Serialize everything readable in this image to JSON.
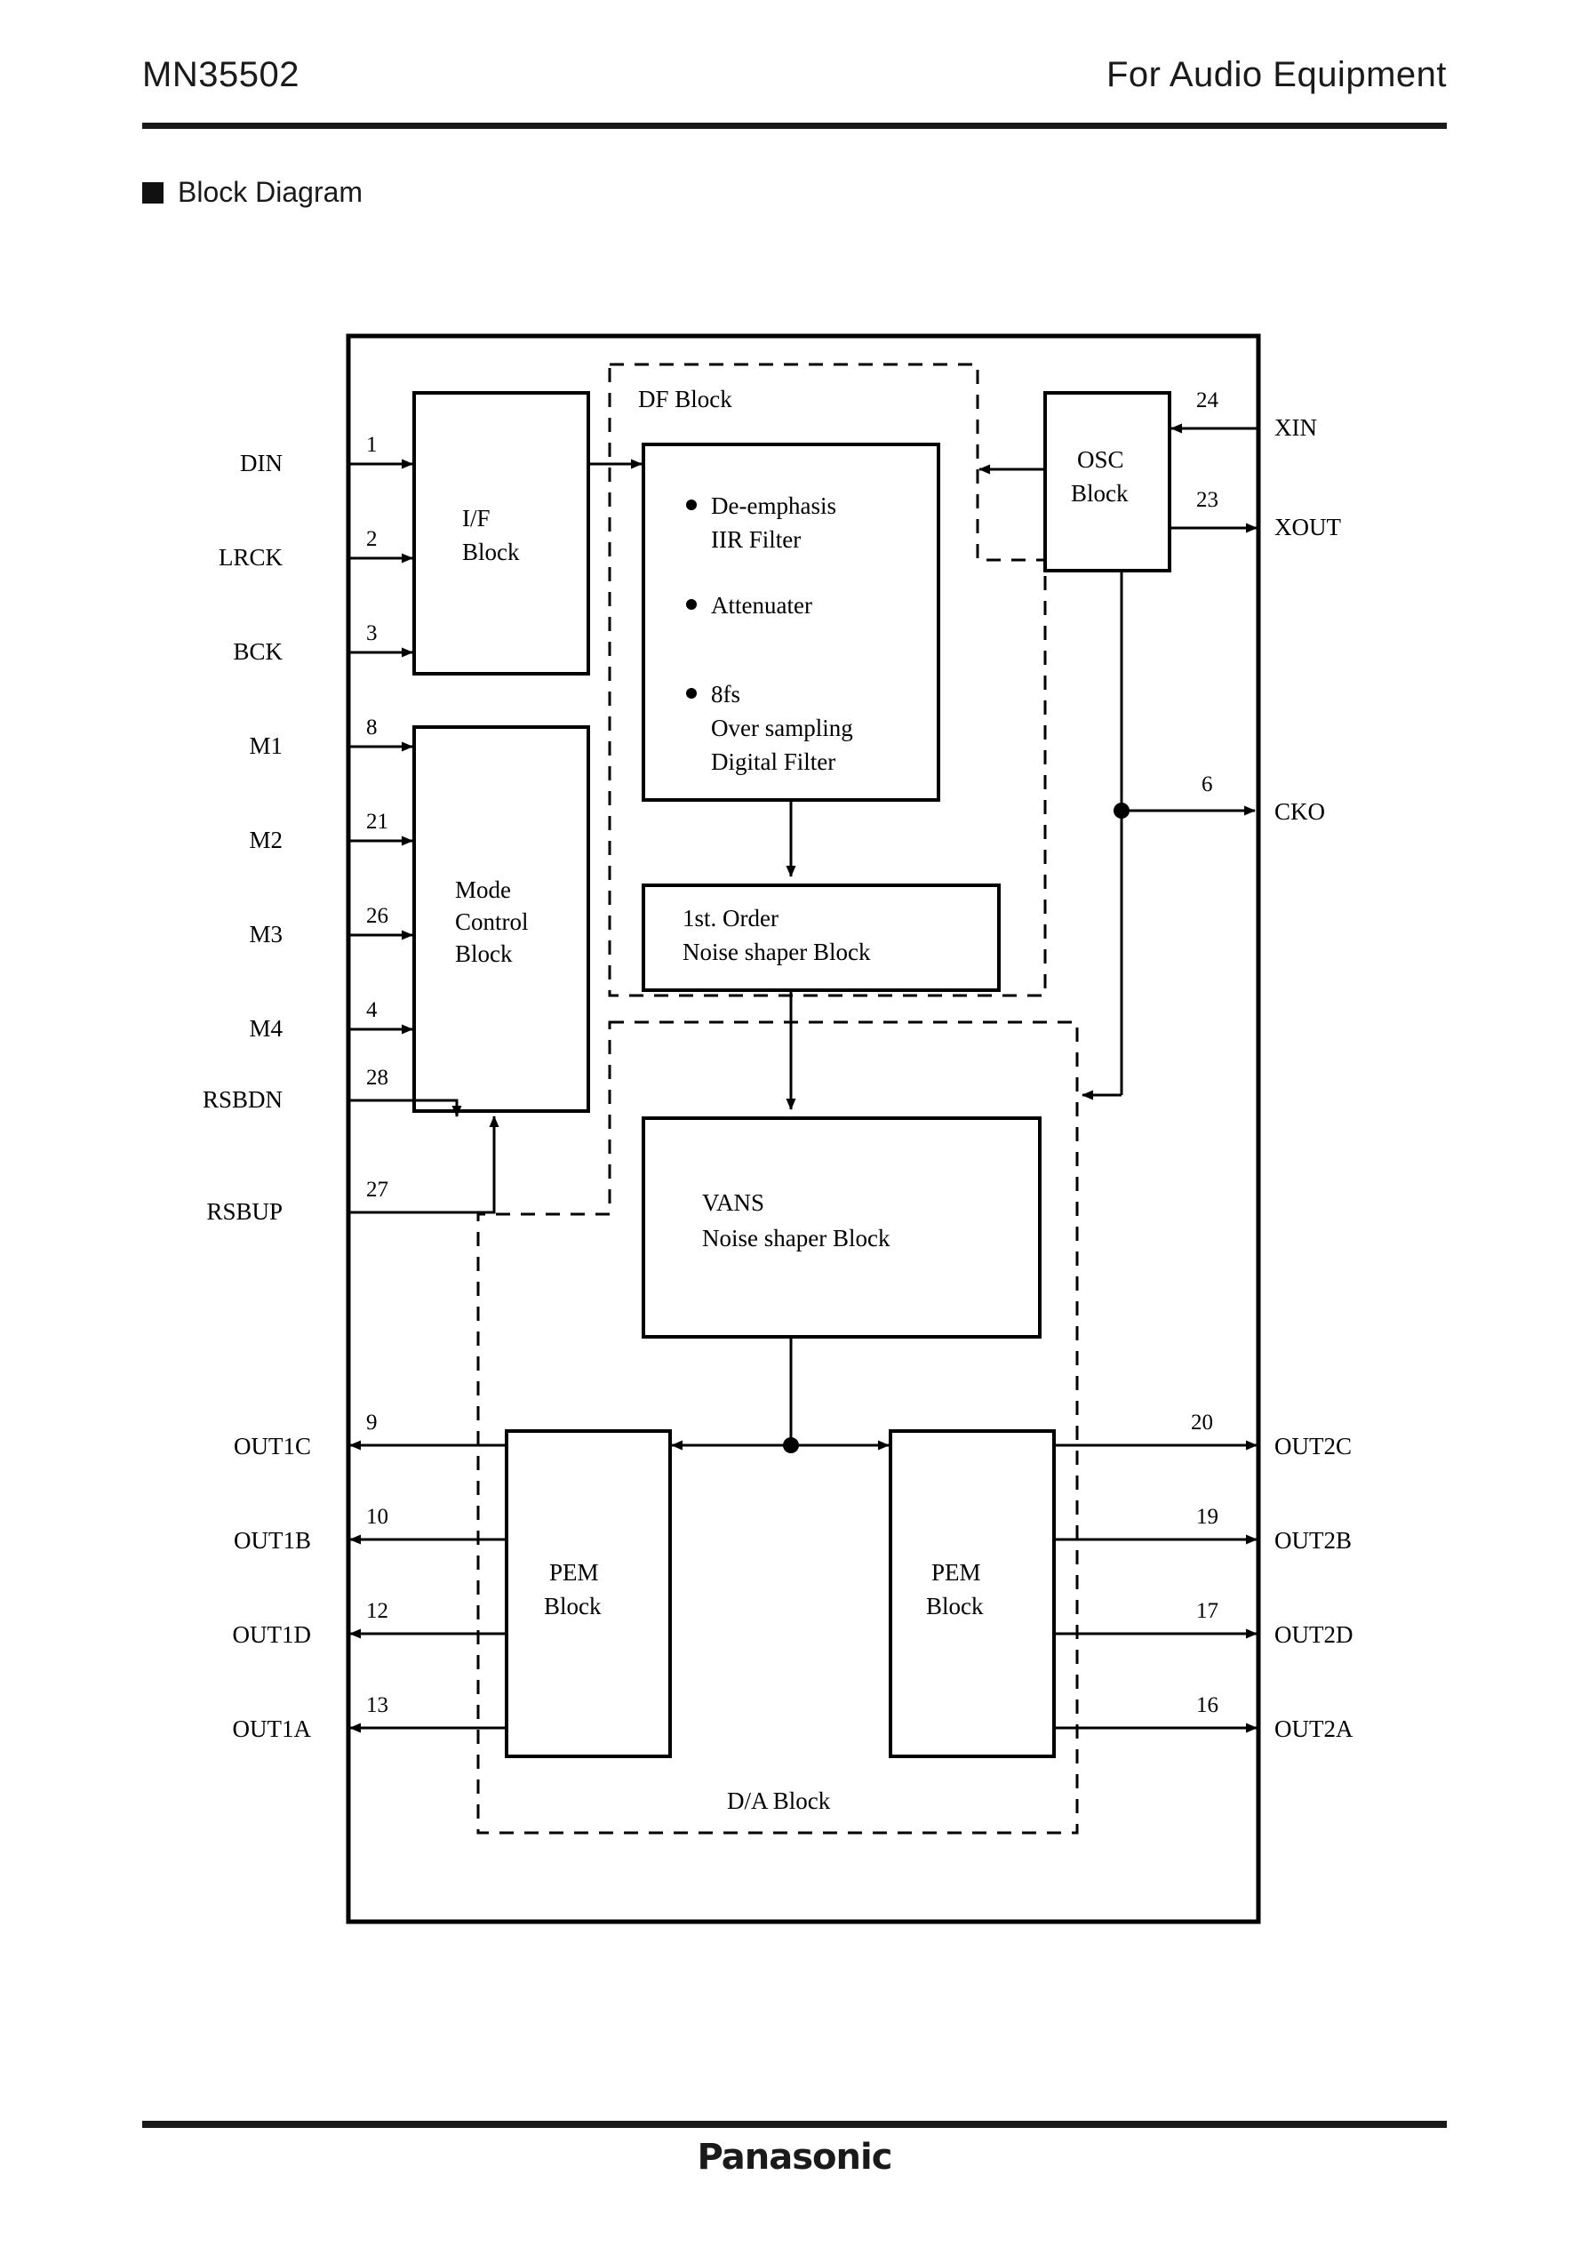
{
  "header": {
    "part_number": "MN35502",
    "subtitle": "For Audio Equipment"
  },
  "section": {
    "marker": "filled-square",
    "title": "Block Diagram"
  },
  "footer": {
    "brand": "Panasonic"
  },
  "diagram": {
    "blocks": {
      "if": "I/F\nBlock",
      "if_line1": "I/F",
      "if_line2": "Block",
      "mode_line1": "Mode",
      "mode_line2": "Control",
      "mode_line3": "Block",
      "osc_line1": "OSC",
      "osc_line2": "Block",
      "df_bullet1_line1": "De-emphasis",
      "df_bullet1_line2": "IIR Filter",
      "df_bullet2_line1": "Attenuater",
      "df_bullet3_line1": "8fs",
      "df_bullet3_line2": "Over sampling",
      "df_bullet3_line3": "Digital Filter",
      "ns1_line1": "1st. Order",
      "ns1_line2": "Noise shaper Block",
      "vans_line1": "VANS",
      "vans_line2": "Noise shaper Block",
      "pem1_line1": "PEM",
      "pem1_line2": "Block",
      "pem2_line1": "PEM",
      "pem2_line2": "Block"
    },
    "dashed_regions": {
      "df_block": "DF Block",
      "da_block": "D/A Block"
    },
    "pins_left": [
      {
        "name": "DIN",
        "number": "1",
        "direction": "in"
      },
      {
        "name": "LRCK",
        "number": "2",
        "direction": "in"
      },
      {
        "name": "BCK",
        "number": "3",
        "direction": "in"
      },
      {
        "name": "M1",
        "number": "8",
        "direction": "in"
      },
      {
        "name": "M2",
        "number": "21",
        "direction": "in"
      },
      {
        "name": "M3",
        "number": "26",
        "direction": "in"
      },
      {
        "name": "M4",
        "number": "4",
        "direction": "in"
      },
      {
        "name": "RSBDN",
        "number": "28",
        "direction": "in"
      },
      {
        "name": "RSBUP",
        "number": "27",
        "direction": "in"
      },
      {
        "name": "OUT1C",
        "number": "9",
        "direction": "out"
      },
      {
        "name": "OUT1B",
        "number": "10",
        "direction": "out"
      },
      {
        "name": "OUT1D",
        "number": "12",
        "direction": "out"
      },
      {
        "name": "OUT1A",
        "number": "13",
        "direction": "out"
      }
    ],
    "pins_right": [
      {
        "name": "XIN",
        "number": "24",
        "direction": "in"
      },
      {
        "name": "XOUT",
        "number": "23",
        "direction": "out"
      },
      {
        "name": "CKO",
        "number": "6",
        "direction": "out"
      },
      {
        "name": "OUT2C",
        "number": "20",
        "direction": "out"
      },
      {
        "name": "OUT2B",
        "number": "19",
        "direction": "out"
      },
      {
        "name": "OUT2D",
        "number": "17",
        "direction": "out"
      },
      {
        "name": "OUT2A",
        "number": "16",
        "direction": "out"
      }
    ]
  }
}
